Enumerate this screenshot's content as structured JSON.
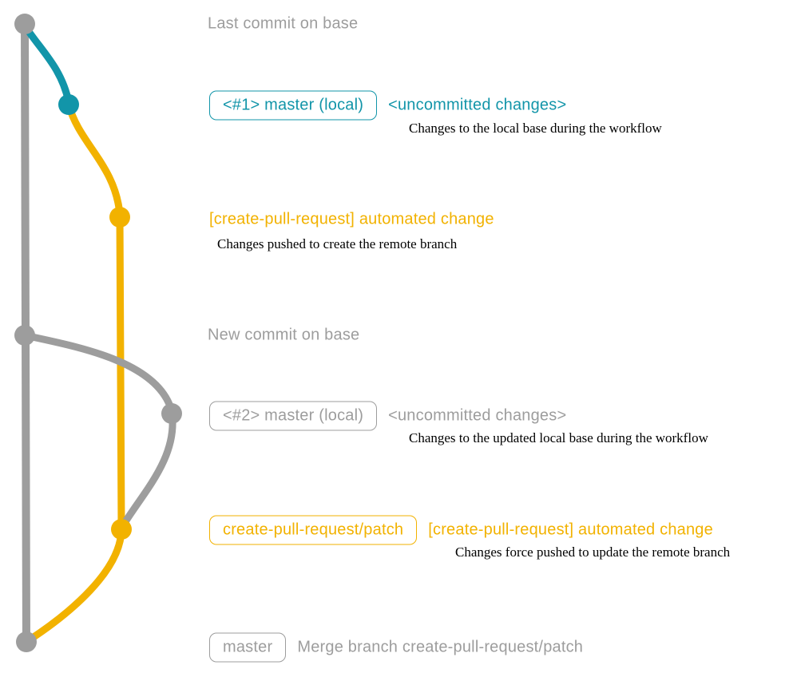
{
  "colors": {
    "gray": "#9d9d9d",
    "teal": "#1295a9",
    "yellow": "#f2b200",
    "desc": "#000000"
  },
  "graph": {
    "annotations": {
      "last_commit": "Last commit on base",
      "new_commit": "New commit on base"
    }
  },
  "entries": {
    "master_local_1": {
      "badge": "<#1> master (local)",
      "note": "<uncommitted changes>",
      "description": "Changes to the local base during the workflow"
    },
    "automated_change_1": {
      "note": "[create-pull-request] automated change",
      "description": "Changes pushed to create the remote branch"
    },
    "master_local_2": {
      "badge": "<#2> master (local)",
      "note": "<uncommitted changes>",
      "description": "Changes to the updated local base during the workflow"
    },
    "patch_branch": {
      "badge": "create-pull-request/patch",
      "note": "[create-pull-request] automated change",
      "description": "Changes force pushed to update the remote branch"
    },
    "merge": {
      "badge": "master",
      "note": "Merge branch create-pull-request/patch"
    }
  }
}
